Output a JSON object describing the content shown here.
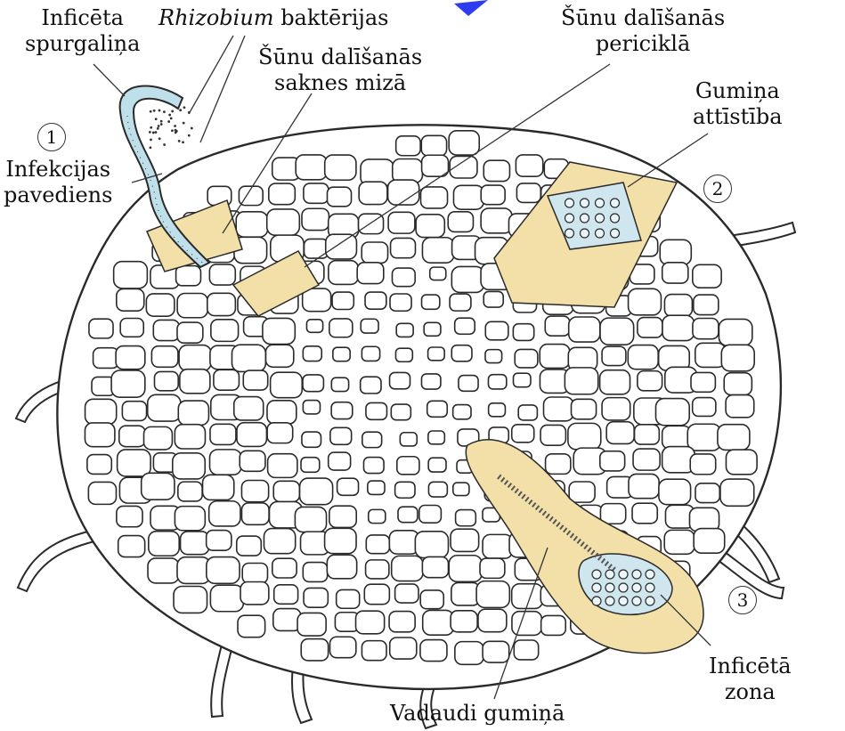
{
  "labels": {
    "infected_hair": {
      "line1": "Inficēta",
      "line2": "spurgaliņa"
    },
    "rhizobium": {
      "italic": "Rhizobium",
      "rest": " baktērijas"
    },
    "cortex_division": {
      "line1": "Šūnu dalīšanās",
      "line2": "saknes mizā"
    },
    "pericycle_division": {
      "line1": "Šūnu dalīšanās",
      "line2": "periciklā"
    },
    "nodule_development": {
      "line1": "Gumiņa",
      "line2": "attīstība"
    },
    "infection_thread": {
      "line1": "Infekcijas",
      "line2": "pavediens"
    },
    "infected_zone": {
      "line1": "Inficētā",
      "line2": "zona"
    },
    "vascular_tissue": "Vadaudi gumiņā"
  },
  "stages": [
    "1",
    "2",
    "3"
  ],
  "colors": {
    "cell_outline": "#2a2a2a",
    "dividing_cells": "#f3dfa8",
    "infected_cells": "#cfe6ee",
    "infection_thread": "#bfe0ea",
    "accent_stroke": "#2e3cf0"
  }
}
